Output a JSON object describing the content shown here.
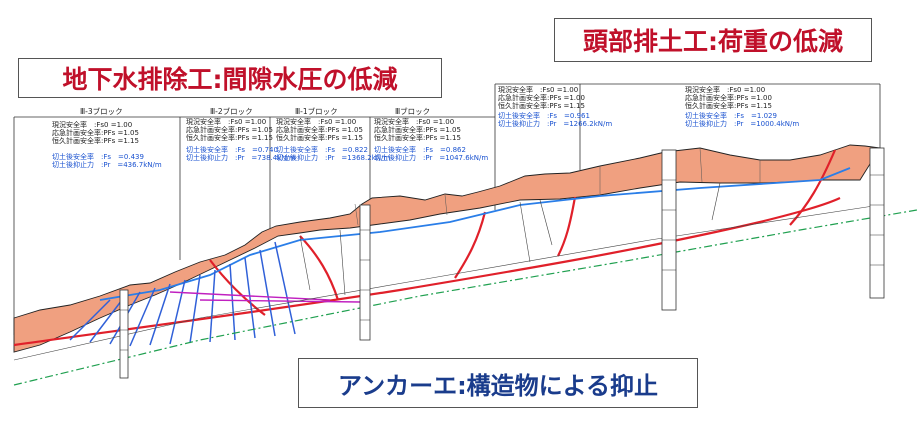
{
  "callouts": {
    "groundwater": "地下水排除工:間隙水圧の低減",
    "head_removal": "頭部排土工:荷重の低減",
    "anchor": "アンカーエ:構造物による抑止"
  },
  "blocks": [
    {
      "label": "Ⅲ-3ブロック"
    },
    {
      "label": "Ⅲ-2ブロック"
    },
    {
      "label": "Ⅲ-1ブロック"
    },
    {
      "label": "Ⅲブロック"
    }
  ],
  "safety_tables": [
    {
      "l1": "現況安全率　:Fs0 =1.00",
      "l2": "応急計画安全率:PFs =1.05",
      "l3": "恒久計画安全率:PFs =1.15",
      "b1": "切土後安全率　:Fs　=0.439",
      "b2": "切土後抑止力　:Pr　=436.7kN/m"
    },
    {
      "l1": "現況安全率　:Fs0 =1.00",
      "l2": "応急計画安全率:PFs =1.05",
      "l3": "恒久計画安全率:PFs =1.15",
      "b1": "切土後安全率　:Fs　=0.740",
      "b2": "切土後抑止力　:Pr　=738.4kN/m"
    },
    {
      "l1": "現況安全率　:Fs0 =1.00",
      "l2": "応急計画安全率:PFs =1.05",
      "l3": "恒久計画安全率:PFs =1.15",
      "b1": "切土後安全率　:Fs　=0.822",
      "b2": "切土後抑止力　:Pr　=1368.2kN/m"
    },
    {
      "l1": "現況安全率　:Fs0 =1.00",
      "l2": "応急計画安全率:PFs =1.05",
      "l3": "恒久計画安全率:PFs =1.15",
      "b1": "切土後安全率　:Fs　=0.862",
      "b2": "切土後抑止力　:Pr　=1047.6kN/m"
    },
    {
      "l1": "現況安全率　:Fs0 =1.00",
      "l2": "応急計画安全率:PFs =1.00",
      "l3": "恒久計画安全率:PFs =1.15",
      "b1": "切土後安全率　:Fs　=0.961",
      "b2": "切土後抑止力　:Pr　=1266.2kN/m"
    },
    {
      "l1": "現況安全率　:Fs0 =1.00",
      "l2": "応急計画安全率:PFs =1.00",
      "l3": "恒久計画安全率:PFs =1.15",
      "b1": "切土後安全率　:Fs　=1.029",
      "b2": "切土後抑止力　:Pr　=1000.4kN/m"
    }
  ],
  "colors": {
    "soil_fill": "#f0a080",
    "slip_surface": "#e0202a",
    "groundwater_line": "#2a7ee8",
    "anchor_line": "#3060d8",
    "reference_line": "#20a050",
    "drain_line": "#c020c0",
    "callout_red_text": "#c0102a",
    "callout_blue_text": "#1a3c8c"
  }
}
